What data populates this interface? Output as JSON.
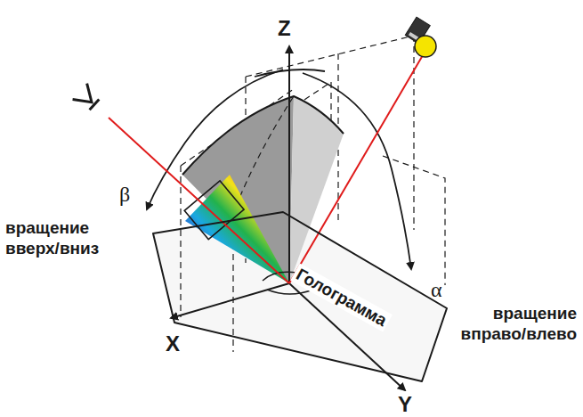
{
  "diagram": {
    "nodes": [
      {
        "text": [
          "Голограмма"
        ]
      }
    ],
    "labels": [
      "Z",
      "X",
      "Y",
      "β",
      "вращение вверх/вниз",
      "α",
      "вращение вправо/влево"
    ]
  }
}
